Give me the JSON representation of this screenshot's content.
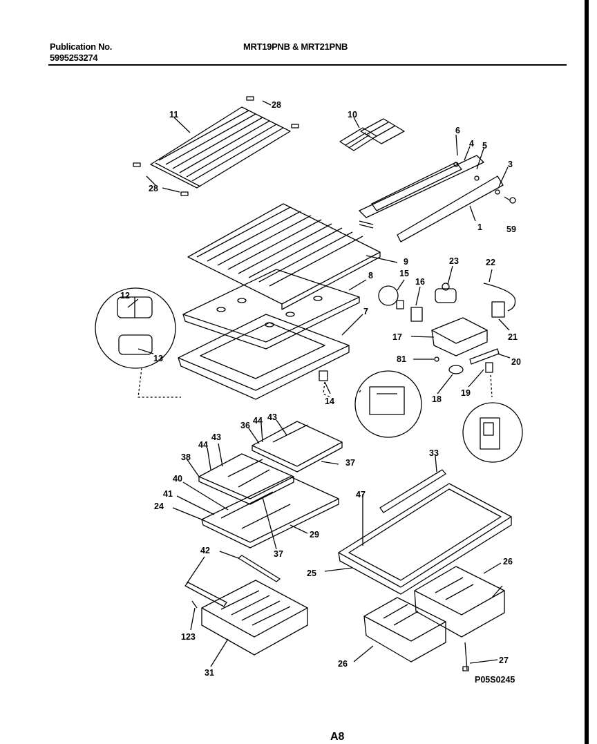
{
  "header": {
    "publication_label": "Publication No.",
    "publication_number": "5995253274",
    "models": "MRT19PNB & MRT21PNB"
  },
  "figure_code": "P05S0245",
  "page_number": "A8",
  "callouts": {
    "c1": "1",
    "c3": "3",
    "c4": "4",
    "c5": "5",
    "c6": "6",
    "c59": "59",
    "c11": "11",
    "c28a": "28",
    "c28b": "28",
    "c10": "10",
    "c9": "9",
    "c8": "8",
    "c7": "7",
    "c12": "12",
    "c13": "13",
    "c14": "14",
    "c15": "15",
    "c16": "16",
    "c23": "23",
    "c22": "22",
    "c21": "21",
    "c17": "17",
    "c20": "20",
    "c81": "81",
    "c18": "18",
    "c19": "19",
    "c36a": "36",
    "c44a": "44",
    "c43a": "43",
    "c37a": "37",
    "c44b": "44",
    "c43b": "43",
    "c38": "38",
    "c40": "40",
    "c41": "41",
    "c24": "24",
    "c37b": "37",
    "c29": "29",
    "c33": "33",
    "c47": "47",
    "c25": "25",
    "c26a": "26",
    "c42": "42",
    "c123": "123",
    "c31": "31",
    "c26b": "26",
    "c27": "27"
  }
}
